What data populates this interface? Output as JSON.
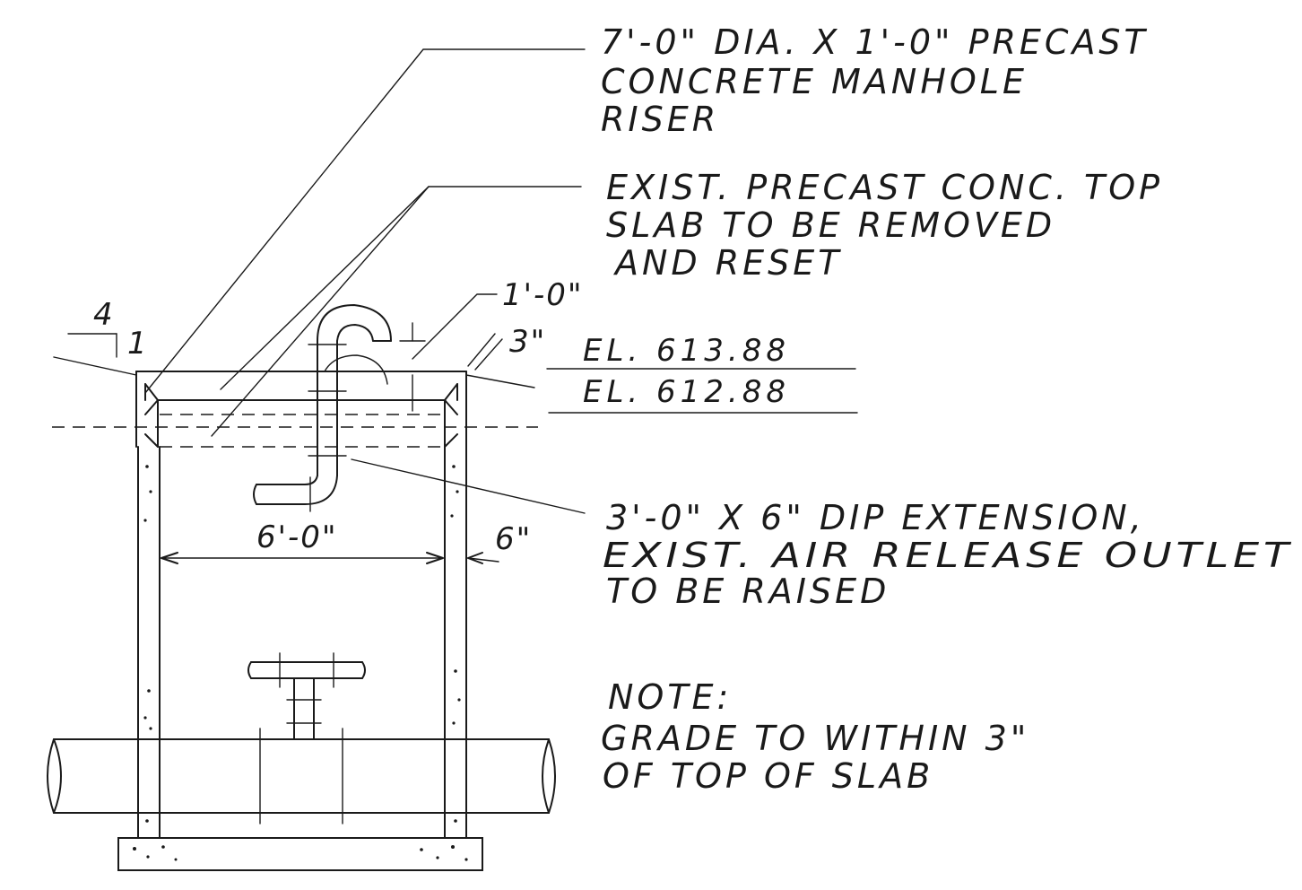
{
  "callouts": {
    "riser": [
      "7'-0\" DIA. X 1'-0\" PRECAST",
      "CONCRETE MANHOLE",
      "RISER"
    ],
    "top_slab": [
      "EXIST. PRECAST CONC. TOP",
      "SLAB TO BE REMOVED",
      "AND RESET"
    ],
    "extension": [
      "3'-0\" X 6\" DIP EXTENSION,",
      "EXIST. AIR RELEASE OUTLET",
      "TO BE RAISED"
    ]
  },
  "note": {
    "heading": "NOTE:",
    "lines": [
      "GRADE TO WITHIN 3\"",
      "OF TOP OF SLAB"
    ]
  },
  "dimensions": {
    "riser_height": "1'-0\"",
    "slab_edge": "3\"",
    "inside_diameter": "6'-0\"",
    "wall_thickness": "6\"",
    "slope_rise": "4",
    "slope_run": "1"
  },
  "elevations": {
    "top": "EL. 613.88",
    "bottom": "EL. 612.88"
  }
}
